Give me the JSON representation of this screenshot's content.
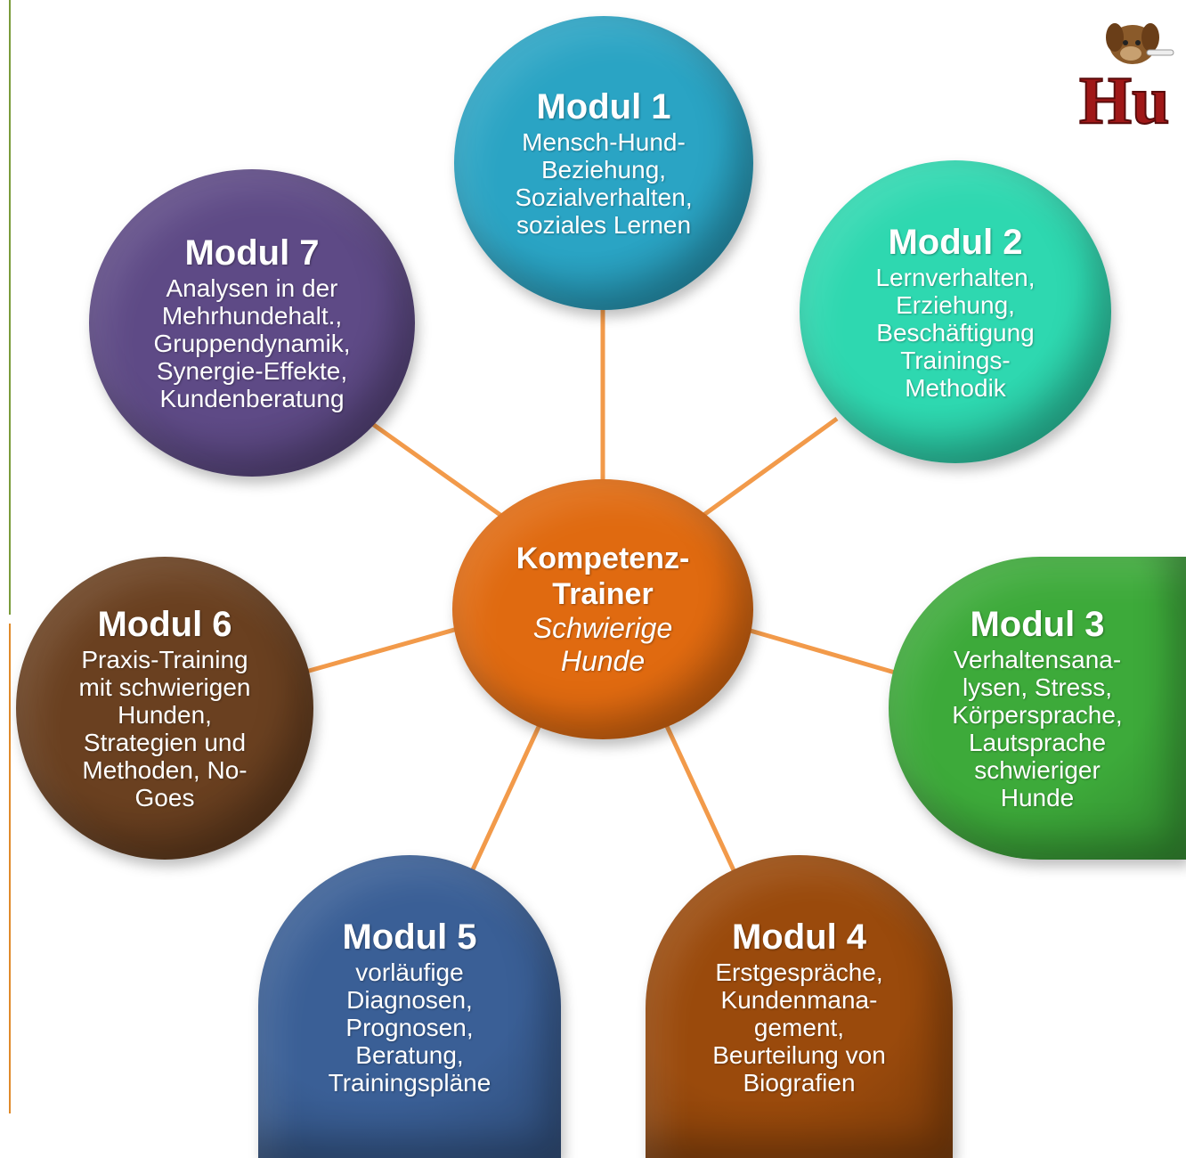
{
  "colors": {
    "connector": "#f29a4a",
    "center": "#e06a10",
    "modul1": "#2aa4c4",
    "modul2": "#2ed8b0",
    "modul3": "#3daa3a",
    "modul4": "#9a4a0c",
    "modul5": "#3a5f96",
    "modul6": "#6a4020",
    "modul7": "#5e4a86"
  },
  "center": {
    "title_lines": [
      "Kompetenz-",
      "Trainer"
    ],
    "subtitle_lines": [
      "Schwierige",
      "Hunde"
    ]
  },
  "modules": [
    {
      "id": "modul1",
      "title": "Modul 1",
      "lines": [
        "Mensch-Hund-",
        "Beziehung,",
        "Sozialverhalten,",
        "soziales Lernen"
      ]
    },
    {
      "id": "modul2",
      "title": "Modul 2",
      "lines": [
        "Lernverhalten,",
        "Erziehung,",
        "Beschäftigung",
        "Trainings-",
        "Methodik"
      ]
    },
    {
      "id": "modul3",
      "title": "Modul 3",
      "lines": [
        "Verhaltensana-",
        "lysen, Stress,",
        "Körpersprache,",
        "Lautsprache",
        "schwieriger",
        "Hunde"
      ]
    },
    {
      "id": "modul4",
      "title": "Modul 4",
      "lines": [
        "Erstgespräche,",
        "Kundenmana-",
        "gement,",
        "Beurteilung von",
        "Biografien"
      ]
    },
    {
      "id": "modul5",
      "title": "Modul 5",
      "lines": [
        "vorläufige",
        "Diagnosen,",
        "Prognosen,",
        "Beratung,",
        "Trainingspläne"
      ]
    },
    {
      "id": "modul6",
      "title": "Modul 6",
      "lines": [
        "Praxis-Training",
        "mit schwierigen",
        "Hunden,",
        "Strategien und",
        "Methoden, No-",
        "Goes"
      ]
    },
    {
      "id": "modul7",
      "title": "Modul 7",
      "lines": [
        "Analysen in der",
        "Mehrhundehalt.,",
        "Gruppendynamik,",
        "Synergie-Effekte,",
        "Kundenberatung"
      ]
    }
  ],
  "logo": {
    "icon": "dog-logo-icon",
    "text": "Hu"
  }
}
